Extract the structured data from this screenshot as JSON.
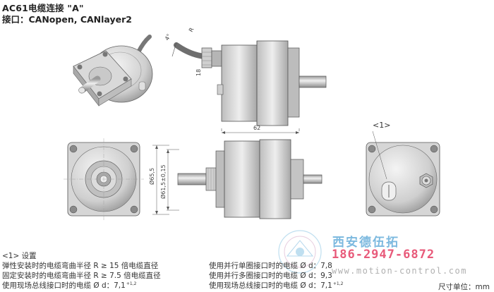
{
  "header": {
    "title": "AC61电缆连接 \"A\"",
    "subtitle": "接口：CANopen, CANlayer2"
  },
  "dimensions": {
    "length": "62",
    "bend_angle": "4°",
    "bend_radius": "R",
    "cable_dim": "18",
    "dia_outer": "Ø65,5",
    "dia_flange": "Ø61,5±0,15",
    "callout": "<1>"
  },
  "notes": {
    "heading": "<1> 设置",
    "left": [
      "弹性安装时的电缆弯曲半径 R ≥ 15 倍电缆直径",
      "固定安装时的电缆弯曲半径 R ≥ 7.5 倍电缆直径",
      "使用现场总线接口时的电缆 Ø d：7,1"
    ],
    "left_sup": "+1,2",
    "right": [
      "使用并行单圈接口时的电缆 Ø d：7,8",
      "使用并行多圈接口时的电缆 Ø d：9,3",
      "使用现场总线接口时的电缆 Ø d：7,1"
    ],
    "right_sup": "+1,2"
  },
  "watermark": {
    "company": "西安德伍拓",
    "phone": "186-2947-6872",
    "url": "www.motion-control.com"
  },
  "units": "尺寸单位：mm",
  "colors": {
    "body_light": "#e6e6e6",
    "body_mid": "#c8c8c8",
    "body_dark": "#8a8a8a",
    "line": "#555555",
    "watermark_blue": "#7cb9df",
    "watermark_pink": "#e85a7a"
  }
}
